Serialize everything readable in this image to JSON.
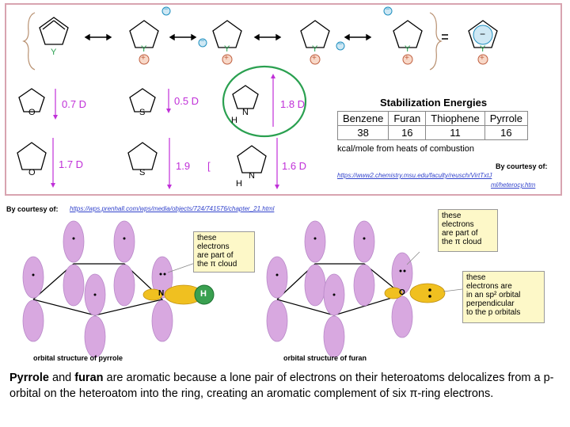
{
  "resonance": {
    "atom": "Y",
    "minus": "−",
    "plus": "+"
  },
  "dipoles": [
    {
      "atom": "O",
      "value": "0.7 D"
    },
    {
      "atom": "S",
      "value": "0.5 D"
    },
    {
      "atom": "N",
      "hydrogen": "H",
      "value": "1.8 D"
    },
    {
      "atom": "O",
      "value": "1.7 D"
    },
    {
      "atom": "S",
      "value": "1.9"
    },
    {
      "atom": "N",
      "hydrogen": "H",
      "value": "1.6 D"
    }
  ],
  "stray_mark": "[",
  "stabilization": {
    "title": "Stabilization Energies",
    "headers": [
      "Benzene",
      "Furan",
      "Thiophene",
      "Pyrrole"
    ],
    "values": [
      "38",
      "16",
      "11",
      "16"
    ],
    "note": "kcal/mole  from heats of combustion"
  },
  "credits": {
    "msu_label": "By courtesy of:",
    "msu_url_1": "https://www2.chemistry.msu.edu/faculty/reusch/VirtTxtJ",
    "msu_url_2": "ml/heterocy.htm",
    "prenhall_label": "By courtesy of:",
    "prenhall_url": "https://wps.prenhall.com/wps/media/objects/724/741576/chapter_21.html"
  },
  "pyrrole": {
    "callout": "these electrons are part of the π cloud",
    "callout_lines": [
      "these",
      "electrons",
      "are part of",
      "the π cloud"
    ],
    "n_label": "N",
    "h_label": "H",
    "caption": "orbital structure of pyrrole"
  },
  "furan": {
    "callout_lines": [
      "these",
      "electrons",
      "are part of",
      "the π cloud"
    ],
    "callout2_lines": [
      "these",
      "electrons are",
      "in an sp² orbital",
      "perpendicular",
      "to the p orbitals"
    ],
    "o_label": "O",
    "caption": "orbital structure of furan"
  },
  "summary": {
    "part1": "Pyrrole",
    "part2": " and ",
    "part3": "furan",
    "part4": " are aromatic because a lone pair of electrons on their heteroatoms delocalizes from a p-orbital on the heteroatom into the ring, creating an aromatic complement of six π-ring electrons."
  },
  "colors": {
    "border": "#d8a4b0",
    "magenta": "#c030d8",
    "lobe": "#d8a8e0",
    "sp2": "#f0c020",
    "h_green": "#3aa050",
    "ring_green": "#2aa050",
    "callout_bg": "#fdf8c8",
    "link": "#3344cc"
  },
  "icons": [
    "left-right-arrow-icon",
    "equals-icon",
    "dipole-arrow-icon",
    "green-circle-highlight"
  ]
}
